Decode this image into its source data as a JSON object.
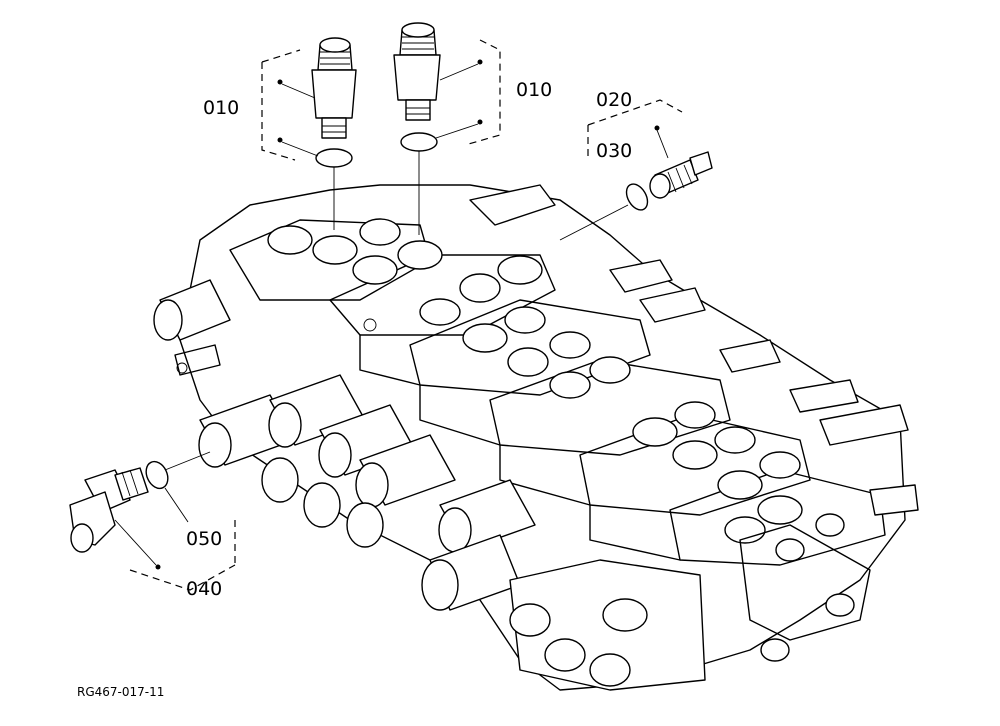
{
  "labels": {
    "part_010_left": "010",
    "part_010_right": "010",
    "part_020": "020",
    "part_030": "030",
    "part_040": "040",
    "part_050": "050"
  },
  "reference_code": "RG467-017-11",
  "colors": {
    "line": "#000000",
    "background": "#ffffff"
  }
}
